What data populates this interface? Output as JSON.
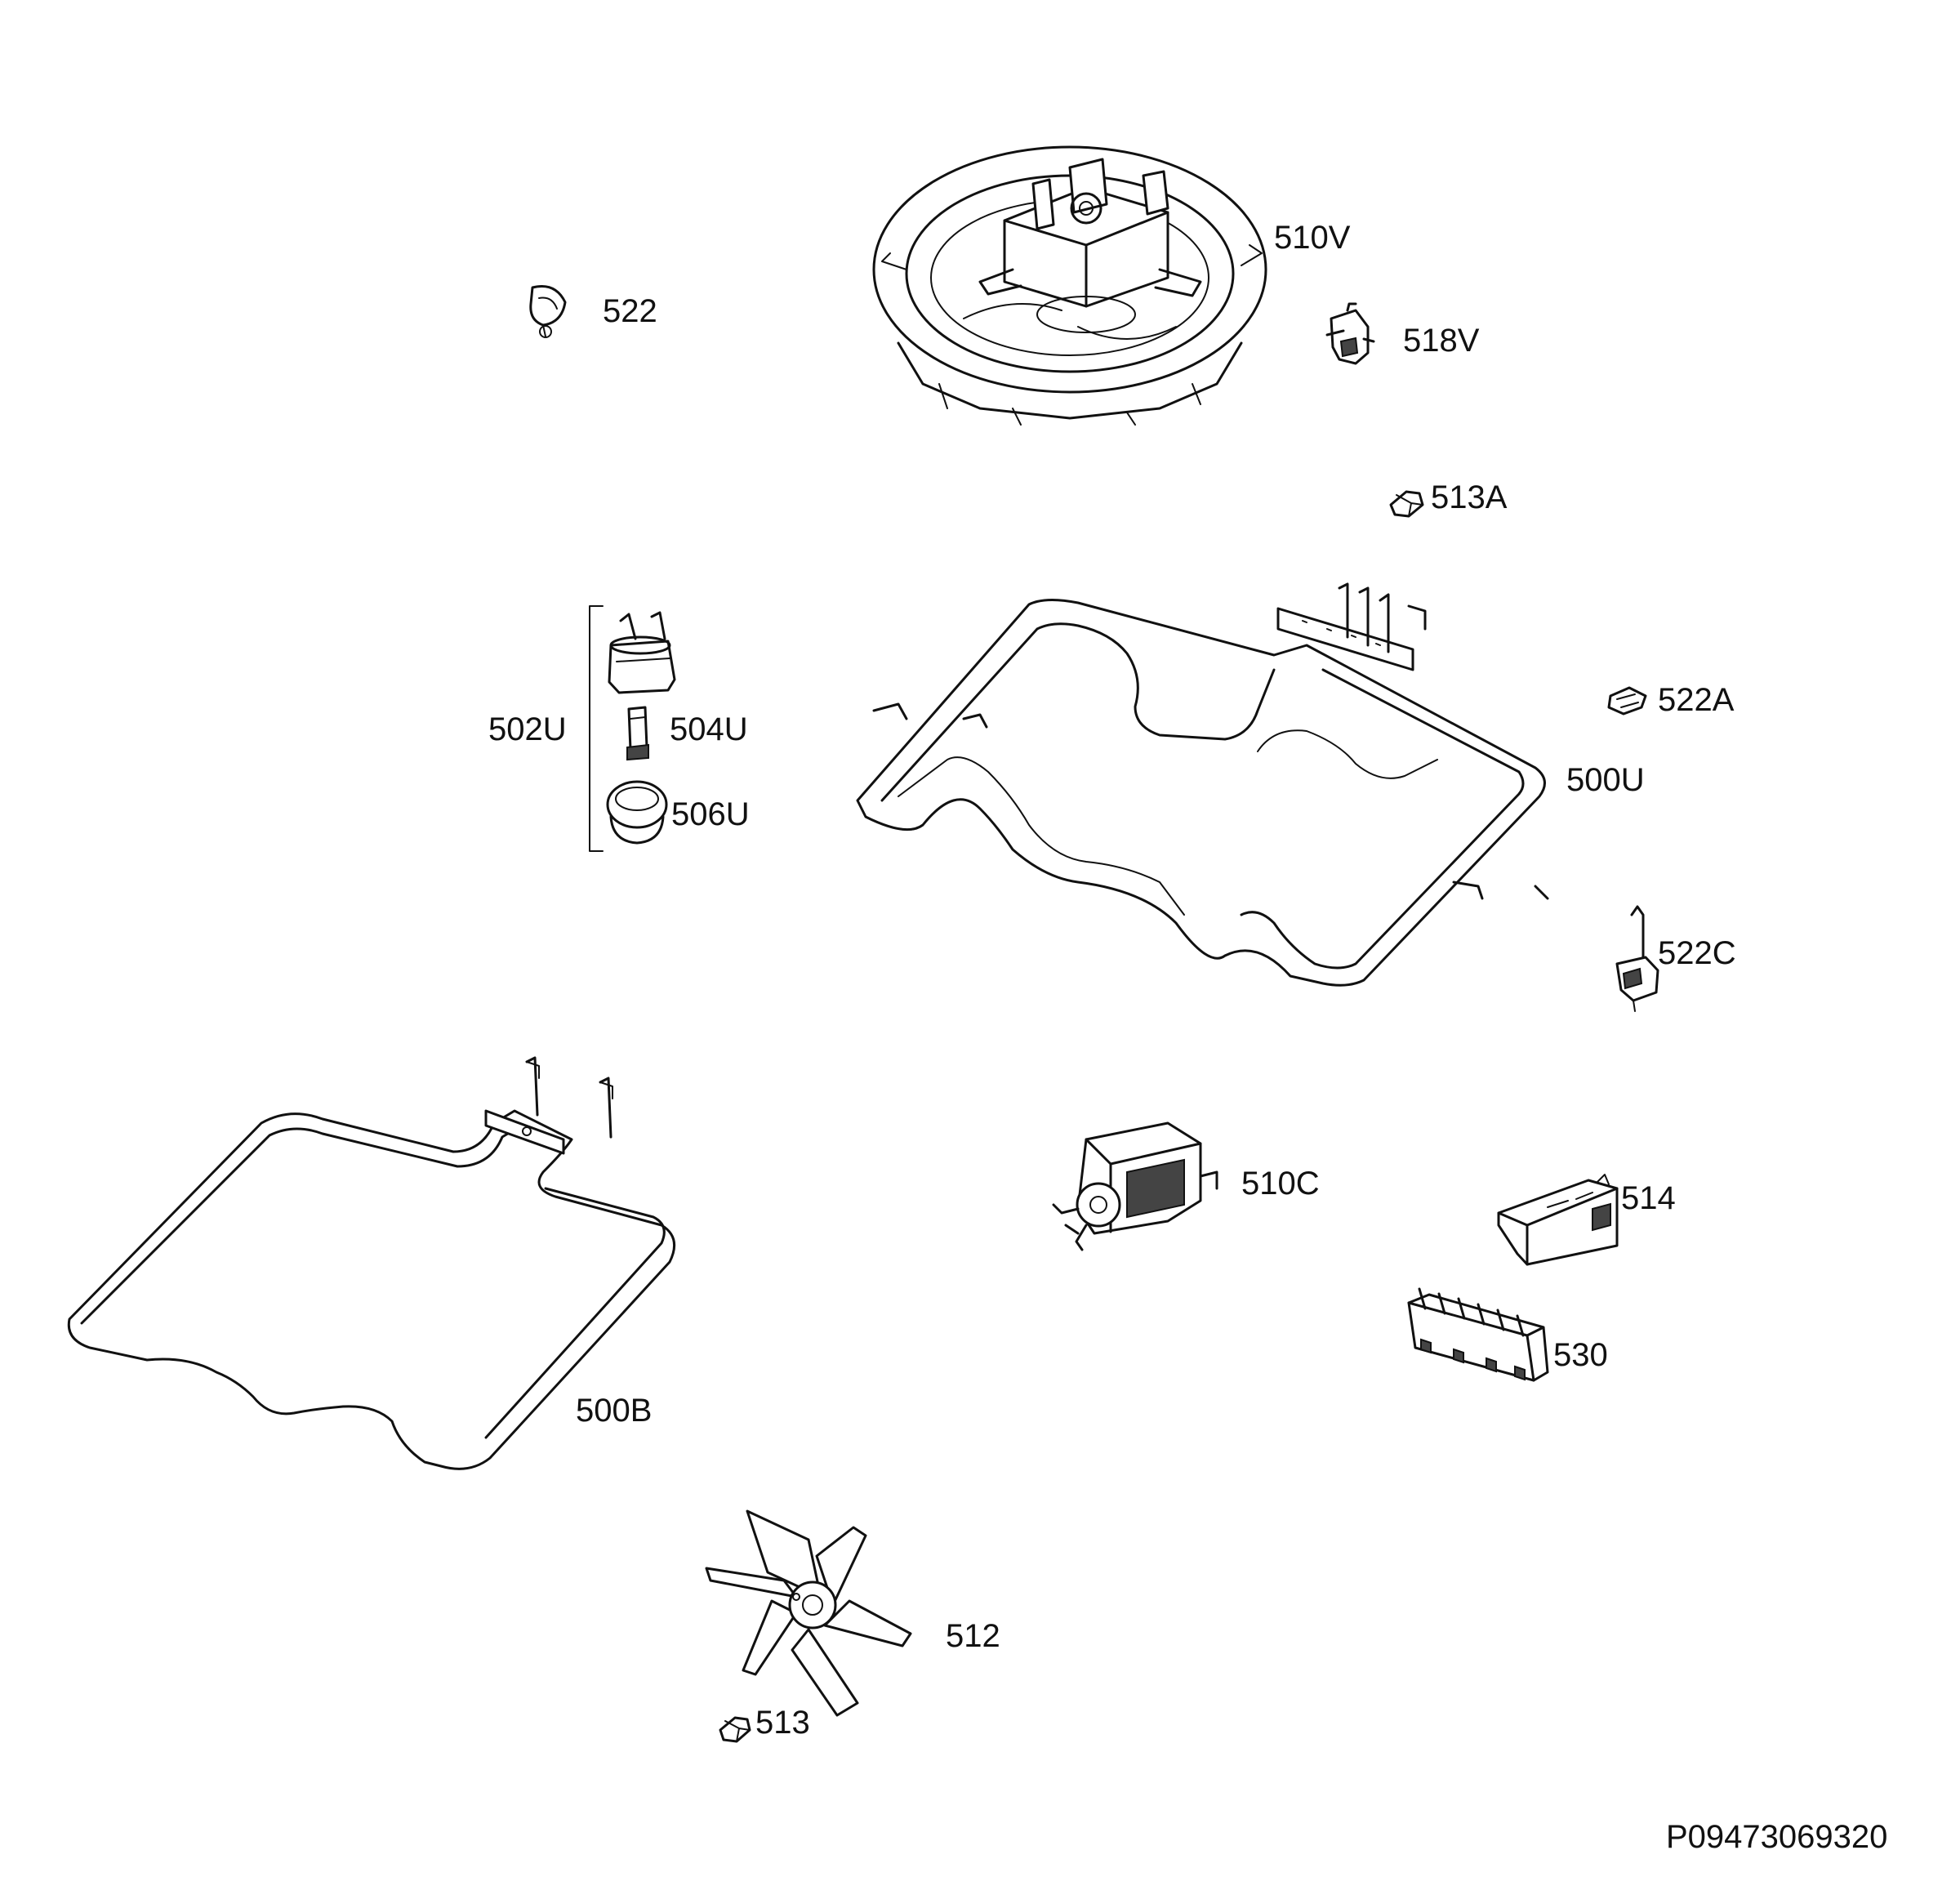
{
  "diagram": {
    "document_number": "P09473069320",
    "labels": {
      "l510V": "510V",
      "l522": "522",
      "l518V": "518V",
      "l513A": "513A",
      "l502U": "502U",
      "l504U": "504U",
      "l506U": "506U",
      "l522A": "522A",
      "l500U": "500U",
      "l522C": "522C",
      "l510C": "510C",
      "l514": "514",
      "l530": "530",
      "l500B": "500B",
      "l512": "512",
      "l513": "513"
    }
  }
}
